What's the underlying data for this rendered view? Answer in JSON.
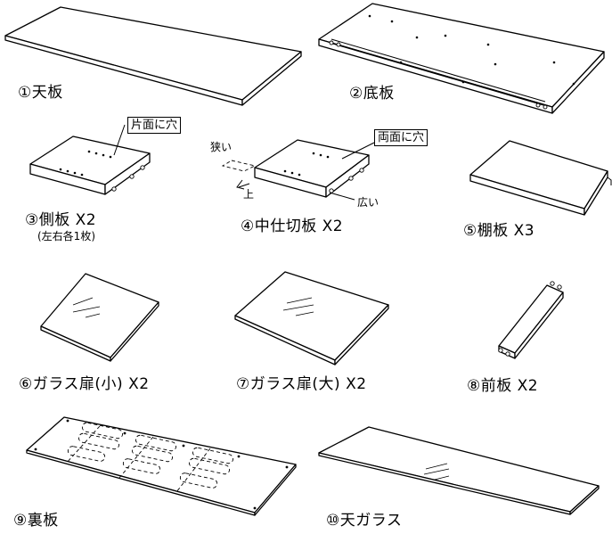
{
  "parts": [
    {
      "label": "①天板"
    },
    {
      "label": "②底板"
    },
    {
      "label": "③側板 X2",
      "sub": "(左右各1枚)",
      "callout": "片面に穴"
    },
    {
      "label": "④中仕切板 X2",
      "callout": "両面に穴",
      "up": "上",
      "narrow": "狭い",
      "wide": "広い"
    },
    {
      "label": "⑤棚板 X3"
    },
    {
      "label": "⑥ガラス扉(小) X2"
    },
    {
      "label": "⑦ガラス扉(大) X2"
    },
    {
      "label": "⑧前板 X2"
    },
    {
      "label": "⑨裏板"
    },
    {
      "label": "⑩天ガラス"
    }
  ]
}
